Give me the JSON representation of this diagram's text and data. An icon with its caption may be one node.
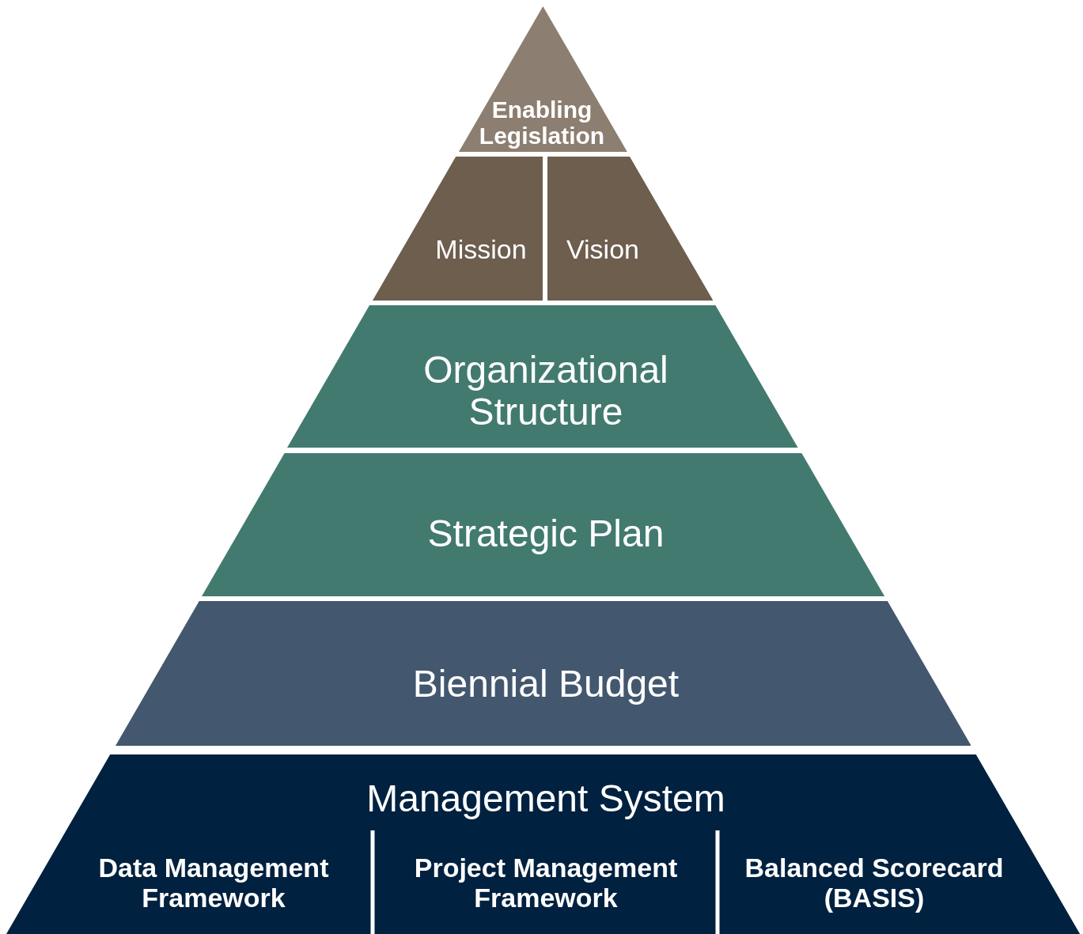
{
  "diagram": {
    "nodes": [
      {
        "text": [
          "Enabling Legislation"
        ]
      },
      {
        "text": [
          "Mission"
        ]
      },
      {
        "text": [
          "Vision"
        ]
      },
      {
        "text": [
          "Organizational Structure"
        ]
      },
      {
        "text": [
          "Strategic Plan"
        ]
      },
      {
        "text": [
          "Biennial Budget"
        ]
      },
      {
        "text": [
          "Management System"
        ]
      },
      {
        "text": [
          "Data Management Framework"
        ],
        "in": 6
      },
      {
        "text": [
          "Project Management Framework"
        ],
        "in": 6
      },
      {
        "text": [
          "Balanced Scorecard (BASIS)"
        ],
        "in": 6
      }
    ]
  }
}
